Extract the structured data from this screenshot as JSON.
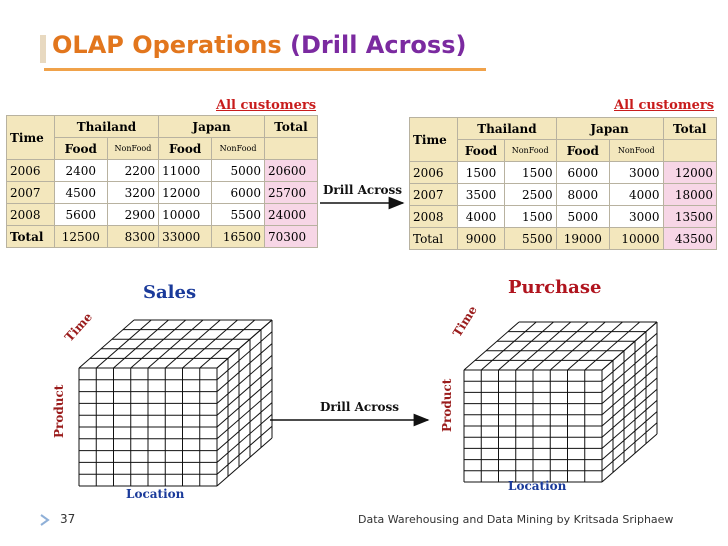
{
  "slide": {
    "title": "OLAP Operations",
    "title_sub": "(Drill Across)",
    "page_number": "37",
    "footer": "Data Warehousing and Data Mining by Kritsada Sriphaew"
  },
  "sales_table": {
    "scope": "All customers",
    "time_header": "Time",
    "countries": [
      "Thailand",
      "Japan"
    ],
    "total_header": "Total",
    "sub_food": "Food",
    "sub_nonfood": "NonFood",
    "rows": [
      {
        "year": "2006",
        "th_food": "2400",
        "th_nonfood": "2200",
        "jp_food": "11000",
        "jp_nonfood": "5000",
        "total": "20600"
      },
      {
        "year": "2007",
        "th_food": "4500",
        "th_nonfood": "3200",
        "jp_food": "12000",
        "jp_nonfood": "6000",
        "total": "25700"
      },
      {
        "year": "2008",
        "th_food": "5600",
        "th_nonfood": "2900",
        "jp_food": "10000",
        "jp_nonfood": "5500",
        "total": "24000"
      },
      {
        "year": "Total",
        "th_food": "12500",
        "th_nonfood": "8300",
        "jp_food": "33000",
        "jp_nonfood": "16500",
        "total": "70300"
      }
    ]
  },
  "purchase_table": {
    "scope": "All customers",
    "time_header": "Time",
    "countries": [
      "Thailand",
      "Japan"
    ],
    "total_header": "Total",
    "sub_food": "Food",
    "sub_nonfood": "NonFood",
    "rows": [
      {
        "year": "2006",
        "th_food": "1500",
        "th_nonfood": "1500",
        "jp_food": "6000",
        "jp_nonfood": "3000",
        "total": "12000"
      },
      {
        "year": "2007",
        "th_food": "3500",
        "th_nonfood": "2500",
        "jp_food": "8000",
        "jp_nonfood": "4000",
        "total": "18000"
      },
      {
        "year": "2008",
        "th_food": "4000",
        "th_nonfood": "1500",
        "jp_food": "5000",
        "jp_nonfood": "3000",
        "total": "13500"
      },
      {
        "year": "Total",
        "th_food": "9000",
        "th_nonfood": "5500",
        "jp_food": "19000",
        "jp_nonfood": "10000",
        "total": "43500"
      }
    ]
  },
  "arrows": {
    "top": "Drill Across",
    "bottom": "Drill Across"
  },
  "cubes": {
    "left": {
      "label": "Sales",
      "time": "Time",
      "product": "Product",
      "location": "Location"
    },
    "right": {
      "label": "Purchase",
      "time": "Time",
      "product": "Product",
      "location": "Location"
    }
  },
  "colors": {
    "title": "#e2761d",
    "title_sub": "#7b2aa0",
    "header_bg": "#f3e7bd",
    "total_cell_bg": "#f7d6e6",
    "scope_text": "#c81c1c"
  }
}
